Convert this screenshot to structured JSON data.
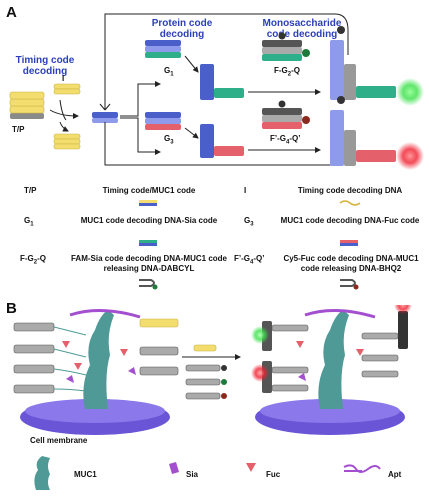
{
  "panel_a": {
    "letter": "A",
    "stage_titles": {
      "timing": "Timing code decoding",
      "protein": "Protein code decoding",
      "monosaccharide": "Monosaccharide code decoding"
    },
    "diagram_labels": {
      "tp": "T/P",
      "i": "I",
      "g1": "G",
      "g1_sub": "1",
      "g3": "G",
      "g3_sub": "3",
      "fg2q": "F-G",
      "fg2q_sub": "2",
      "fg2q_end": "-Q",
      "fg4q": "F’-G",
      "fg4q_sub": "4",
      "fg4q_end": "-Q’"
    },
    "legend": {
      "tp_key": "T/P",
      "tp_desc": "Timing code/MUC1 code",
      "i_key": "I",
      "i_desc": "Timing code decoding DNA",
      "g1_key": "G",
      "g1_sub": "1",
      "g1_desc": "MUC1 code decoding DNA-Sia code",
      "g3_key": "G",
      "g3_sub": "3",
      "g3_desc": "MUC1 code decoding DNA-Fuc code",
      "fg2q_key": "F-G",
      "fg2q_sub": "2",
      "fg2q_end": "-Q",
      "fg2q_desc": "FAM-Sia code decoding DNA-MUC1 code releasing DNA-DABCYL",
      "fg4q_key": "F’-G",
      "fg4q_sub": "4",
      "fg4q_end": "-Q’",
      "fg4q_desc": "Cy5-Fuc code decoding DNA-MUC1 code releasing DNA-BHQ2"
    }
  },
  "panel_b": {
    "letter": "B",
    "membrane_label": "Cell membrane",
    "legend": {
      "muc1": "MUC1",
      "sia": "Sia",
      "fuc": "Fuc",
      "apt": "Apt"
    }
  },
  "colors": {
    "title_blue": "#2b3fb8",
    "timing_yellow": "#f2dd6e",
    "muc1_blue": "#4a5fc9",
    "sia_green": "#2fae8a",
    "fuc_red": "#e4606a",
    "fam_glow": "#3ae04a",
    "cy5_glow": "#f02030",
    "membrane": "#6a55d6",
    "muc1_teal": "#4f9a96",
    "sia_purple": "#a34fd0"
  }
}
